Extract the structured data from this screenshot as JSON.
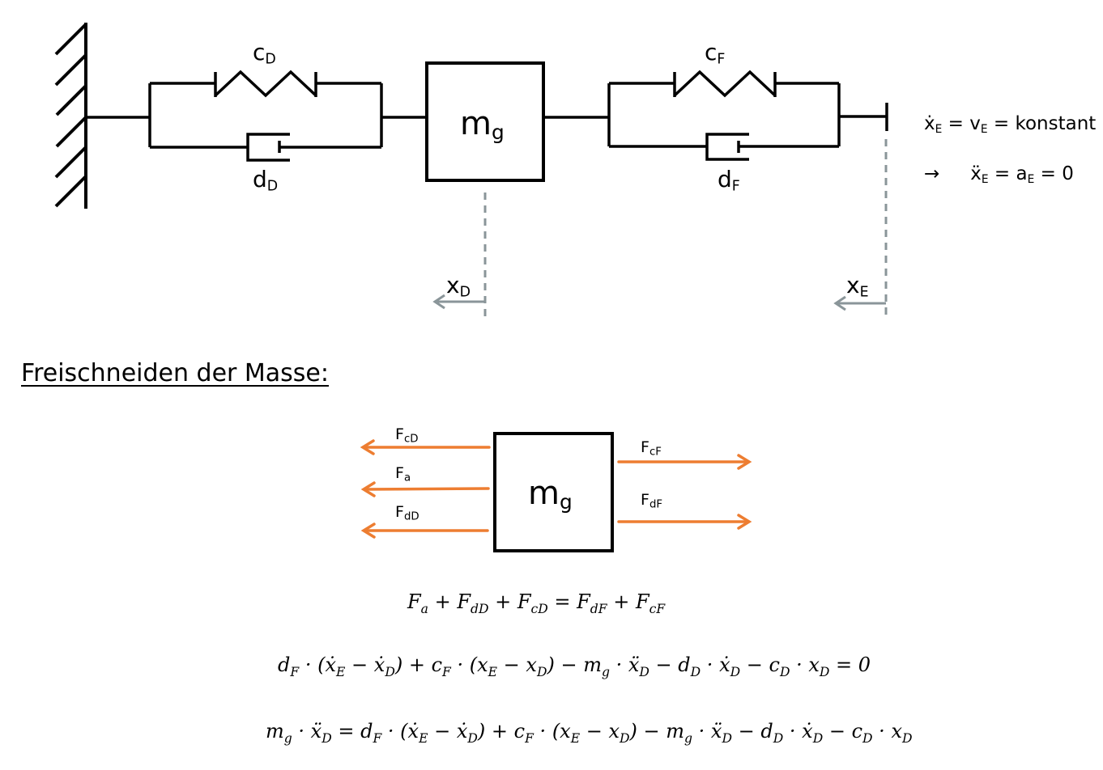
{
  "diagram": {
    "labels": {
      "spring_left": {
        "base": "c",
        "sub": "D"
      },
      "damper_left": {
        "base": "d",
        "sub": "D"
      },
      "mass": {
        "base": "m",
        "sub": "g"
      },
      "spring_right": {
        "base": "c",
        "sub": "F"
      },
      "damper_right": {
        "base": "d",
        "sub": "F"
      },
      "coord_mass": {
        "base": "x",
        "sub": "D"
      },
      "coord_end": {
        "base": "x",
        "sub": "E"
      }
    },
    "side_notes": {
      "line1": {
        "x": "ẋ",
        "xsub": "E",
        "eq1": " = v",
        "vsub": "E",
        "rest": " = konstant"
      },
      "line2": {
        "arrow": "→",
        "x": "ẍ",
        "xsub": "E",
        "eq1": " = a",
        "asub": "E",
        "rest": " = 0"
      }
    },
    "colors": {
      "line": "#000000",
      "coordinate": "#8a9599",
      "force": "#ed7d31"
    }
  },
  "section": {
    "heading": "Freischneiden der Masse:"
  },
  "free_body": {
    "mass": {
      "base": "m",
      "sub": "g"
    },
    "forces_left": [
      {
        "base": "F",
        "sub": "cD"
      },
      {
        "base": "F",
        "sub": "a"
      },
      {
        "base": "F",
        "sub": "dD"
      }
    ],
    "forces_right": [
      {
        "base": "F",
        "sub": "cF"
      },
      {
        "base": "F",
        "sub": "dF"
      }
    ]
  },
  "equations": [
    "F_a + F_dD + F_cD = F_dF + F_cF",
    "d_F · (ẋ_E − ẋ_D) + c_F · (x_E − x_D) − m_g · ẍ_D − d_D · ẋ_D − c_D · x_D = 0",
    "m_g · ẍ_D = d_F · (ẋ_E − ẋ_D) + c_F · (x_E − x_D) − m_g · ẍ_D − d_D · ẋ_D − c_D · x_D"
  ]
}
